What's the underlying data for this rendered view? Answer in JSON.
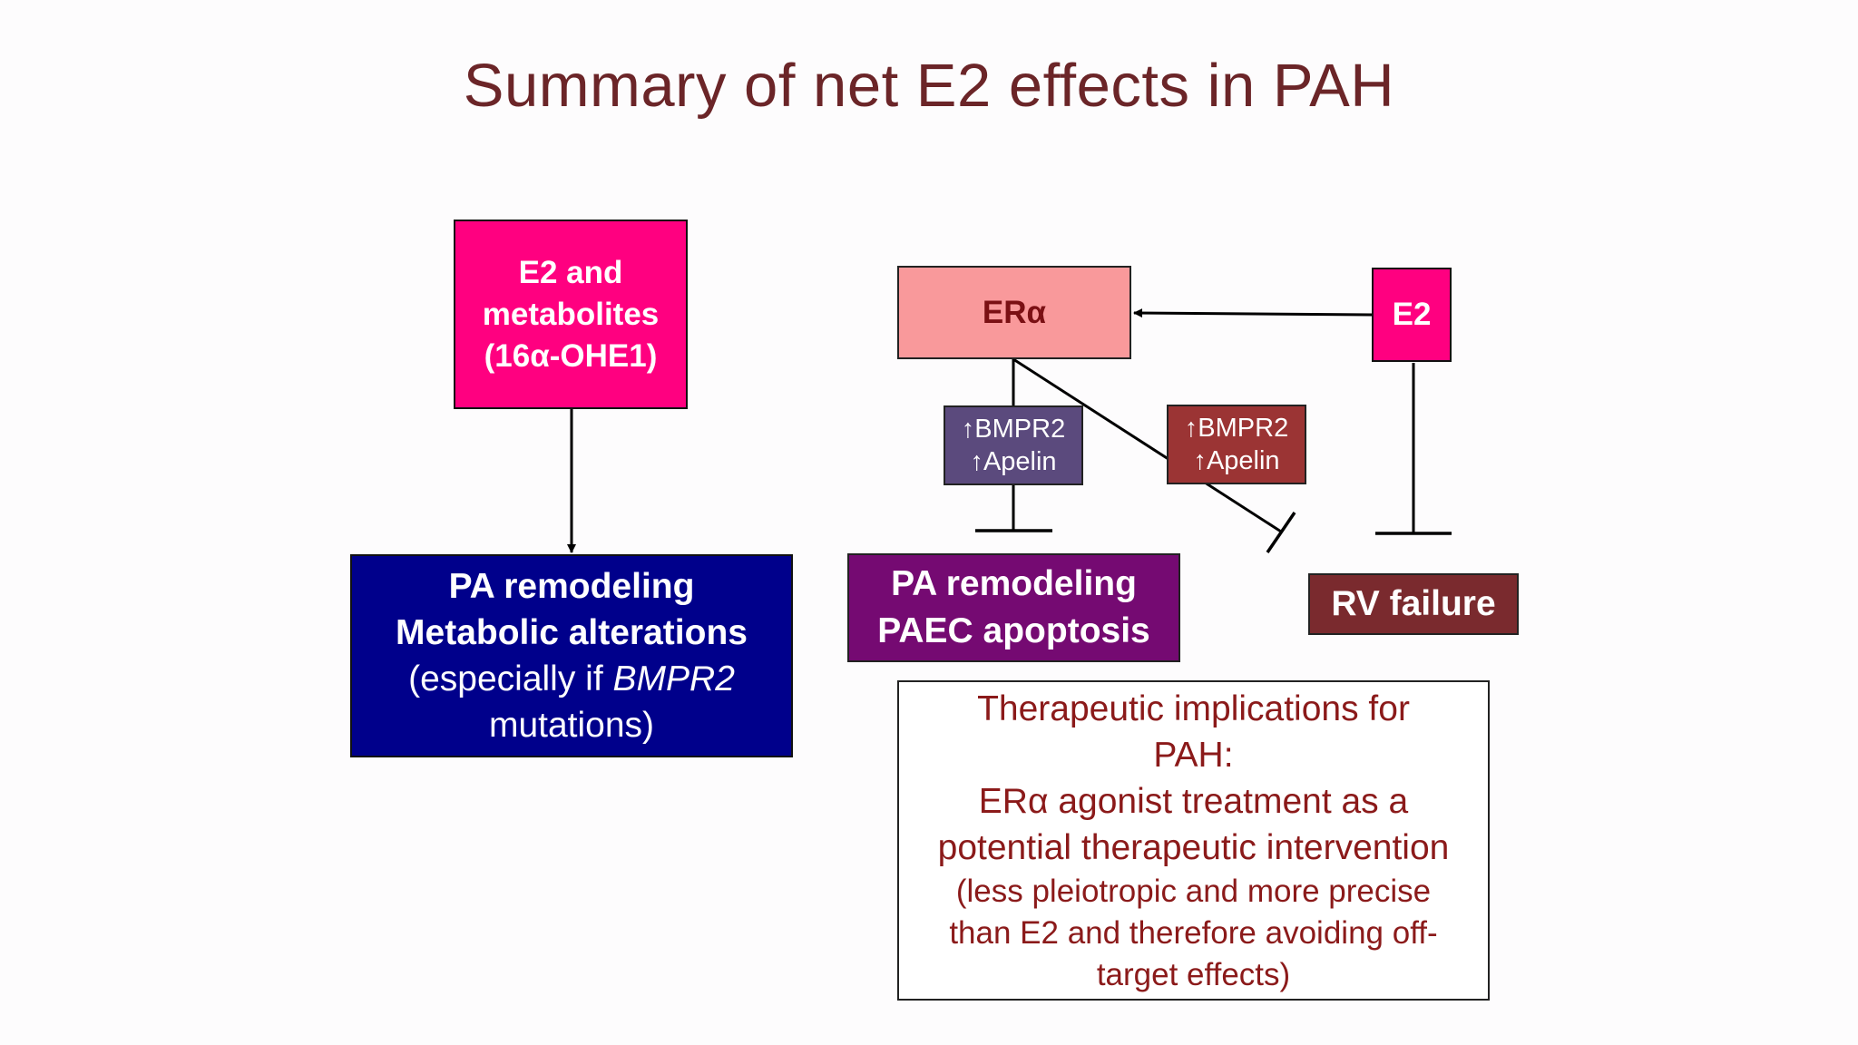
{
  "title": "Summary of net E2 effects in PAH",
  "left_source": {
    "lines": [
      "E2 and",
      "metabolites",
      "(16α-OHE1)"
    ]
  },
  "left_outcome": {
    "bold_lines": [
      "PA remodeling",
      "Metabolic alterations"
    ],
    "plain_before": "(especially if ",
    "italic": "BMPR2",
    "plain_after": "mutations)"
  },
  "era": {
    "label": "ERα"
  },
  "e2": {
    "label": "E2"
  },
  "mediator_left": {
    "lines": [
      "↑BMPR2",
      "↑Apelin"
    ]
  },
  "mediator_right": {
    "lines": [
      "↑BMPR2",
      "↑Apelin"
    ]
  },
  "pa_outcome": {
    "lines": [
      "PA remodeling",
      "PAEC apoptosis"
    ]
  },
  "rv_outcome": {
    "label": "RV failure"
  },
  "implications": {
    "lines_large": [
      "Therapeutic implications for",
      "PAH:",
      "ERα agonist treatment as a",
      "potential therapeutic intervention"
    ],
    "lines_small": [
      "(less pleiotropic and more precise",
      "than E2 and therefore avoiding off-",
      "target effects)"
    ]
  },
  "colors": {
    "title": "#6b2528",
    "hot_pink": "#ff0080",
    "navy": "#00008b",
    "salmon": "#f9999b",
    "era_text": "#7b1014",
    "purple_gray": "#5b4a7d",
    "brick": "#9b3434",
    "purple": "#750a72",
    "maroon": "#7a2a2e",
    "implication_text": "#8b1a1a"
  }
}
